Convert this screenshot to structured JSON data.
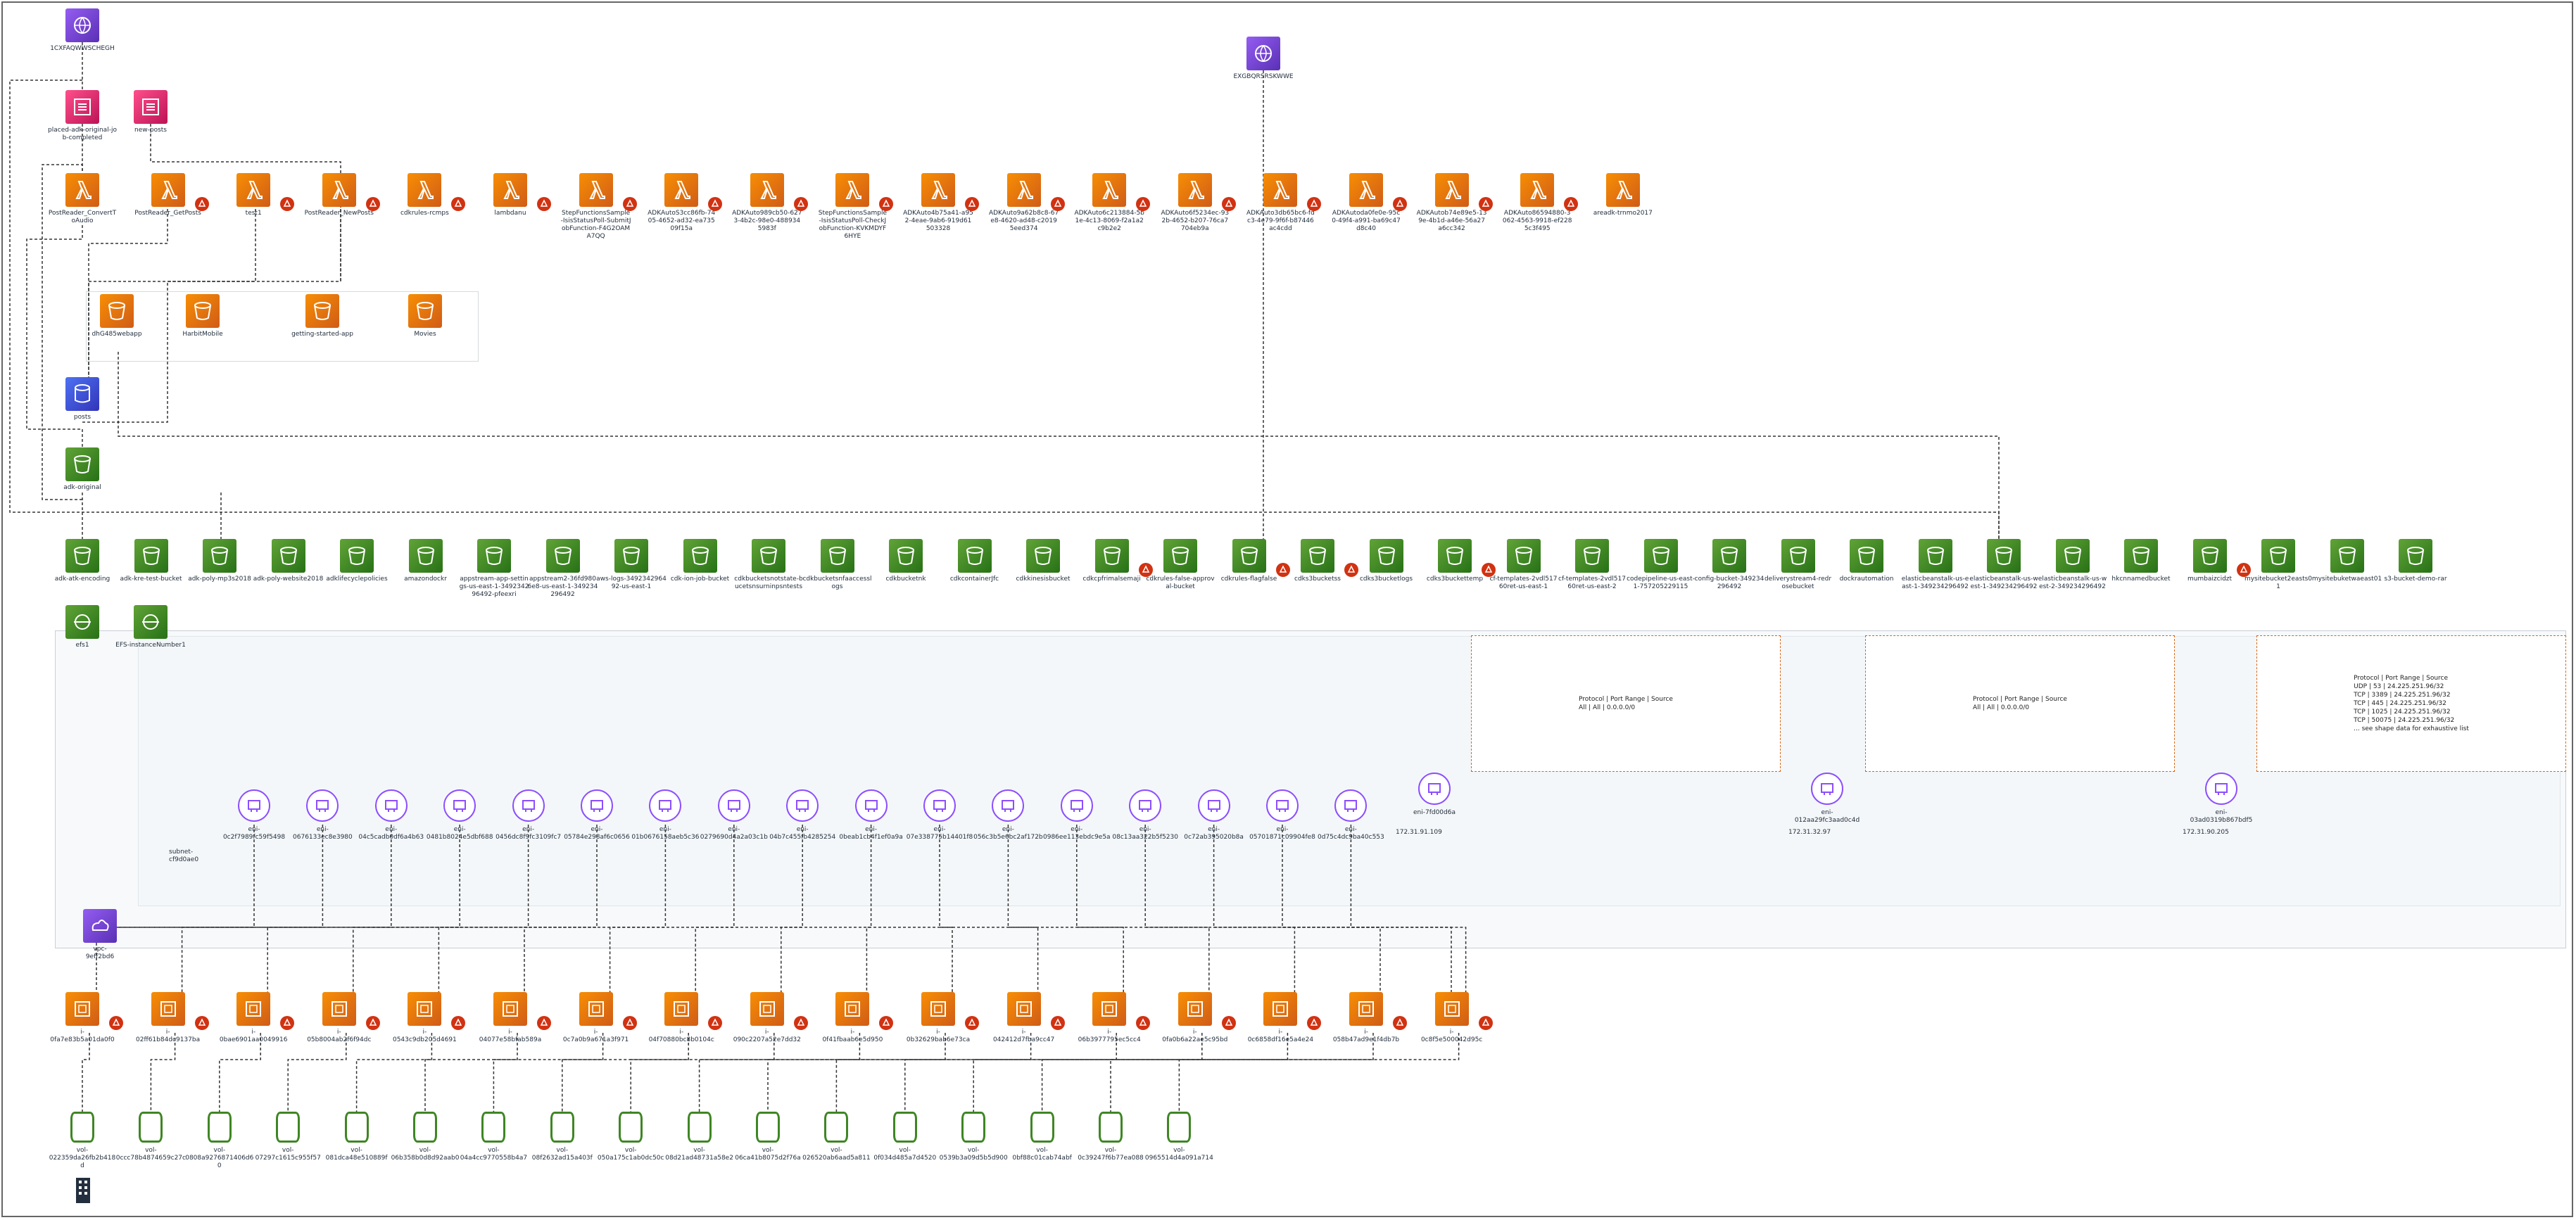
{
  "colors": {
    "lambda": "#ed7100",
    "s3": "#3f8624",
    "ec2": "#ed7100",
    "apigw": "#e7157b",
    "org": "#8c4fff",
    "dynamodb": "#3b48cc",
    "alert": "#d13212",
    "sg": "#d86613"
  },
  "top": {
    "account1": "1CXFAQWWSCHEGH",
    "account2": "EXGBQRSRSKWWE",
    "apis": [
      "placed-adk-original-job-completed",
      "new-posts"
    ],
    "dynamodb": "posts",
    "s3_original": "adk-original"
  },
  "lambdas": [
    "PostReader_ConvertToAudio",
    "PostReader_GetPosts",
    "test1",
    "PostReader_NewPosts",
    "cdkrules-rcmps",
    "lambdanu",
    "StepFunctionsSample-IsisStatusPoll-SubmitJobFunction-F4G2OAMA7QQ",
    "ADKAutoS3cc86fb-7405-4652-ad32-ea73509f15a",
    "ADKAuto989cb50-6273-4b2c-98e0-4889345983f",
    "StepFunctionsSample-IsisStatusPoll-CheckJobFunction-KVKMDYF6HYE",
    "ADKAuto4b75a41-a952-4eae-9ab6-919d61503328",
    "ADKAuto9a62b8c8-67e8-4620-ad48-c20195eed374",
    "ADKAuto6c213884-5b1e-4c13-8069-f2a1a2c9b2e2",
    "ADKAuto6f5234ec-932b-4652-b207-76ca7704eb9a",
    "ADKAuto3db65bc6-fdc3-4e79-9f6f-b87446ac4cdd",
    "ADKAutoda0fe0e-95c0-49f4-a991-ba69c47d8c40",
    "ADKAutob74e89e5-139e-4b1d-a46e-56a27a6cc342",
    "ADKAuto86594880-3062-4563-9918-ef2285c3f495",
    "areadk-trnmo2017"
  ],
  "amplify_apps": [
    "dhG485webapp",
    "HarbitMobile",
    "getting-started-app",
    "Movies"
  ],
  "buckets": [
    "adk-atk-encoding",
    "adk-kre-test-bucket",
    "adk-poly-mp3s2018",
    "adk-poly-website2018",
    "adklifecyclepolicies",
    "amazondockr",
    "appstream-app-settings-us-east-1-349234296492-pfeexri",
    "appstream2-36fd9806e8-us-east-1-349234296492",
    "aws-logs-349234296492-us-east-1",
    "cdk-ion-job-bucket",
    "cdkbucketsnotstate-bucetsnsurninpsntests",
    "cdkbucketsnfaaccesslogs",
    "cdkbucketnk",
    "cdkcontainerJfc",
    "cdkkinesisbucket",
    "cdkcpfrimalsemaji",
    "cdkrules-false-approval-bucket",
    "cdkrules-flagfalse",
    "cdks3bucketss",
    "cdks3bucketlogs",
    "cdks3buckettemp",
    "cf-templates-2vdl51760ret-us-east-1",
    "cf-templates-2vdl51760ret-us-east-2",
    "codepipeline-us-east-1-757205229115",
    "config-bucket-349234296492",
    "deliverystream4-redrosebucket",
    "dockrautomation",
    "elasticbeanstalk-us-east-1-349234296492",
    "elasticbeanstalk-us-west-1-349234296492",
    "elasticbeanstalk-us-west-2-349234296492",
    "hkcnnamedbucket",
    "mumbaizcidzt",
    "mysitebucket2easts01",
    "mysitebuketwaeast01",
    "s3-bucket-demo-rar"
  ],
  "row2": [
    "efs1",
    "EFS-instanceNumber1"
  ],
  "subnet_label": "subnet-\ncf9d0ae0",
  "vpc_label": "vpc-\n9eff2bd6",
  "enis": [
    "eni-\n0c2f7989fc59f5498",
    "eni-\n0676133ec8e3980",
    "eni-\n04c5cadb0df6a4b63",
    "eni-\n0481b8024e5dbf688",
    "eni-\n0456dc8f9fc3109fc7",
    "eni-\n05784e298af6c0656",
    "eni-\n01b0676158aeb5c36",
    "eni-\n0279690d4a2a03c1b",
    "eni-\n04b7c455fb4285254",
    "eni-\n0beab1cb4f1ef0a9a",
    "eni-\n07e338775b14401f8",
    "eni-\n056c3b5e6bc2af172b",
    "eni-\n0986ee113ebdc9e5a",
    "eni-\n08c13aa322b5f5230",
    "eni-\n0c72ab395020b8a",
    "eni-\n05701871c09904fe8",
    "eni-\n0d75c4dc9ba40c553"
  ],
  "enis_right": [
    {
      "name": "eni-7fd00d6a",
      "ip": "172.31.91.109"
    },
    {
      "name": "eni-\n012aa29fc3aad0c4d",
      "ip": "172.31.32.97"
    },
    {
      "name": "eni-\n03ad0319b867bdf5",
      "ip": "172.31.90.205"
    }
  ],
  "security_groups": [
    "Protocol | Port Range | Source\nAll | All | 0.0.0.0/0",
    "Protocol | Port Range | Source\nAll | All | 0.0.0.0/0",
    "Protocol | Port Range | Source\nUDP | 53 | 24.225.251.96/32\nTCP | 3389 | 24.225.251.96/32\nTCP | 445 | 24.225.251.96/32\nTCP | 1025 | 24.225.251.96/32\nTCP | 50075 | 24.225.251.96/32\n... see shape data for exhaustive list"
  ],
  "instances": [
    "i-\n0fa7e83b5a01da0f0",
    "i-\n02ff61b84dc9137ba",
    "i-\n0bae6901aa0049916",
    "i-\n05b8004ab2f6f94dc",
    "i-\n0543c9db205d4691",
    "i-\n04077e58bfab589a",
    "i-\n0c7a0b9a671a3f971",
    "i-\n04f70880bc8b0104c",
    "i-\n090c2207a52e7dd32",
    "i-\n0f41fbaab6e5d950",
    "i-\n0b32629bab6e73ca",
    "i-\n042412d7fba9cc47",
    "i-\n06b3977795ec5cc4",
    "i-\n0fa0b6a22ae5c95bd",
    "i-\n0c6858df16e5a4e24",
    "i-\n058b47ad9e1f4db7b",
    "i-\n0c8f5e500042d95c"
  ],
  "volumes": [
    "vol-\n022359da26fb2b418d",
    "vol-\n0ccc78b4874659c27c",
    "vol-\n0808a9276871406d60",
    "vol-\n07297c1615c955f57",
    "vol-\n081dca48e510889f",
    "vol-\n06b358b0d8d92aab0",
    "vol-\n04a4cc9770558b4a7",
    "vol-\n08f2632ad15a403f",
    "vol-\n050a175c1ab0dc50c",
    "vol-\n08d21ad48731a58e2",
    "vol-\n06ca41b8075d2f76a",
    "vol-\n026520ab6aad5a811",
    "vol-\n0f034d485a7d4520",
    "vol-\n0539b3a09d5b5d900",
    "vol-\n0bf88c01cab74abf",
    "vol-\n0c39247f6b77ea088",
    "vol-\n0965514d4a091a714"
  ]
}
